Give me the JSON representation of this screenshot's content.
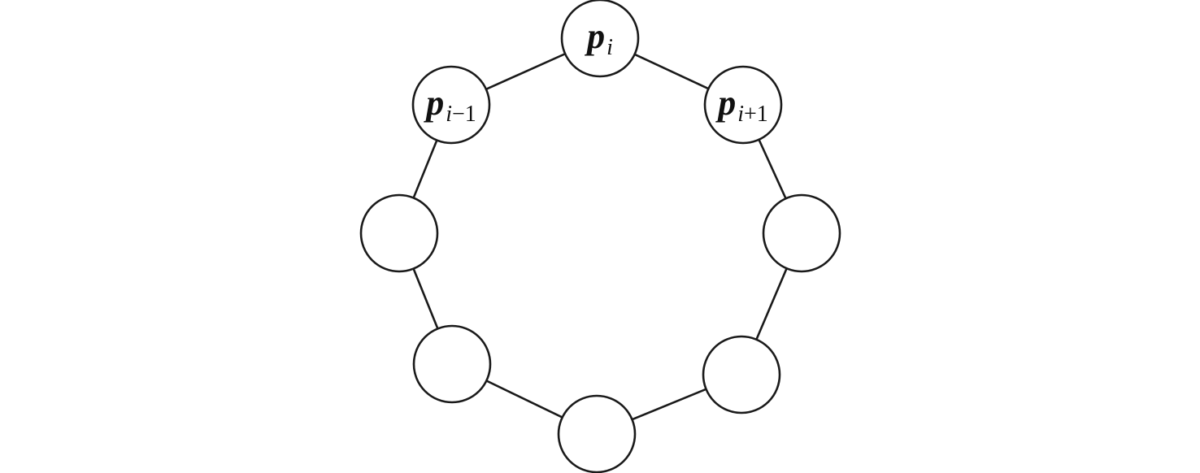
{
  "diagram": {
    "type": "ring-graph",
    "colors": {
      "stroke": "#1a1a1a",
      "fill": "#ffffff"
    },
    "nodes": [
      {
        "id": "top",
        "main": "p",
        "sub_var": "i",
        "sub_rest": ""
      },
      {
        "id": "top-right",
        "main": "p",
        "sub_var": "i",
        "sub_rest": "+1"
      },
      {
        "id": "right",
        "main": "",
        "sub_var": "",
        "sub_rest": ""
      },
      {
        "id": "bottom-right",
        "main": "",
        "sub_var": "",
        "sub_rest": ""
      },
      {
        "id": "bottom",
        "main": "",
        "sub_var": "",
        "sub_rest": ""
      },
      {
        "id": "bottom-left",
        "main": "",
        "sub_var": "",
        "sub_rest": ""
      },
      {
        "id": "left",
        "main": "",
        "sub_var": "",
        "sub_rest": ""
      },
      {
        "id": "top-left",
        "main": "p",
        "sub_var": "i",
        "sub_rest": "−1"
      }
    ]
  }
}
